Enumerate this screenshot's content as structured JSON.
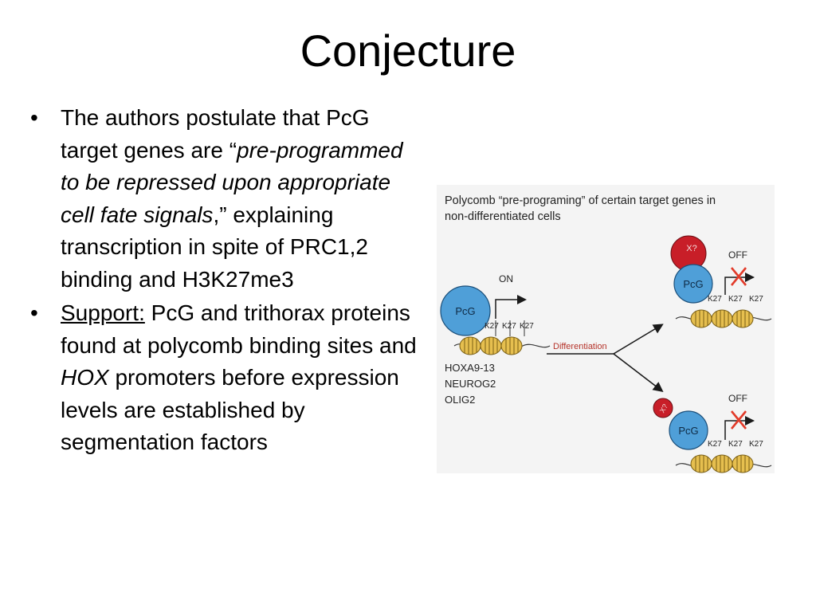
{
  "slide": {
    "title": "Conjecture",
    "bullets": [
      {
        "lead": "The authors postulate that PcG target genes are “",
        "italic": "pre-programmed to be repressed upon appropriate cell fate signals",
        "tail": ",” explaining transcription in spite of PRC1,2 binding and H3K27me3"
      },
      {
        "label": "Support:",
        "lead": " PcG and trithorax proteins found at polycomb binding sites and ",
        "italic": "HOX",
        "tail": " promoters before expression levels are established by segmentation factors"
      }
    ]
  },
  "figure": {
    "caption_line1": "Polycomb “pre-programing” of certain target genes in",
    "caption_line2": "non-differentiated cells",
    "pcg_label": "PcG",
    "x_label": "X?",
    "on_label": "ON",
    "off_label": "OFF",
    "k27_label": "K27",
    "arrow_label": "Differentiation",
    "genes": [
      "HOXA9-13",
      "NEUROG2",
      "OLIG2"
    ],
    "colors": {
      "pcg_fill": "#4f9fd8",
      "x_fill": "#c81e28",
      "nucleosome_fill": "#e6bf4f",
      "repress_mark": "#e23b2a",
      "arrow_label": "#b5332a",
      "background": "#f4f4f4"
    }
  }
}
